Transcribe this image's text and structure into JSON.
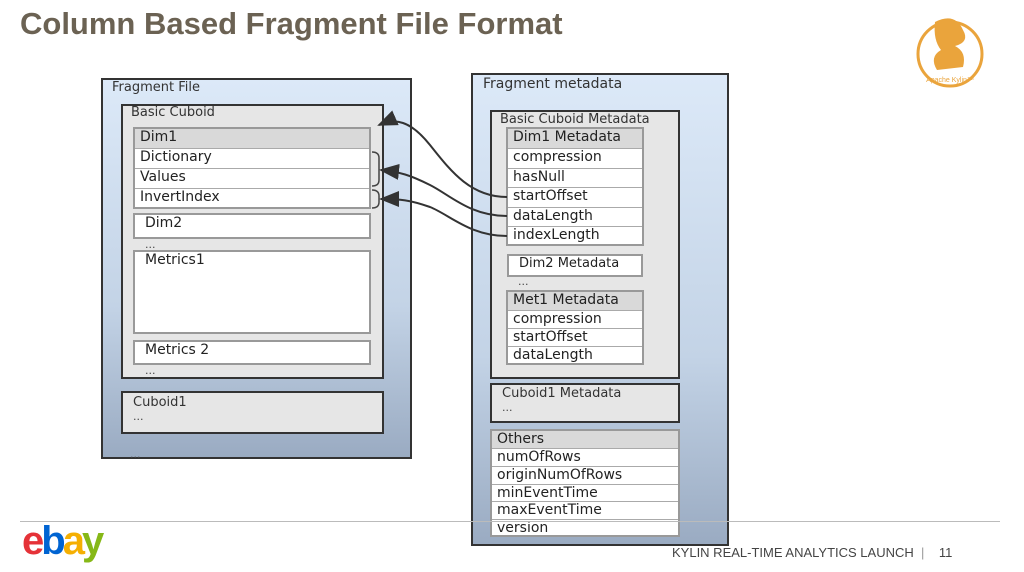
{
  "title": "Column Based Fragment File Format",
  "logo": {
    "kylin": "Apache Kylin™",
    "ebay": "ebay"
  },
  "left": {
    "title": "Fragment File",
    "cuboid": "Basic Cuboid",
    "dim1": [
      "Dim1",
      "Dictionary",
      "Values",
      "InvertIndex"
    ],
    "dim2": "Dim2",
    "metrics1": "Metrics1",
    "metrics2": "Metrics 2",
    "ellipsis": "...",
    "cuboid1": "Cuboid1"
  },
  "right": {
    "title": "Fragment metadata",
    "cuboid": "Basic Cuboid Metadata",
    "dim1": [
      "Dim1 Metadata",
      "compression",
      "hasNull",
      "startOffset",
      "dataLength",
      "indexLength"
    ],
    "dim2": "Dim2 Metadata",
    "met1": [
      "Met1 Metadata",
      "compression",
      "startOffset",
      "dataLength"
    ],
    "cuboid1": "Cuboid1 Metadata",
    "others": [
      "Others",
      "numOfRows",
      "originNumOfRows",
      "minEventTime",
      "maxEventTime",
      "version"
    ],
    "ellipsis": "..."
  },
  "footer": {
    "text": "KYLIN REAL-TIME ANALYTICS LAUNCH",
    "separator": "|",
    "page": "11"
  }
}
